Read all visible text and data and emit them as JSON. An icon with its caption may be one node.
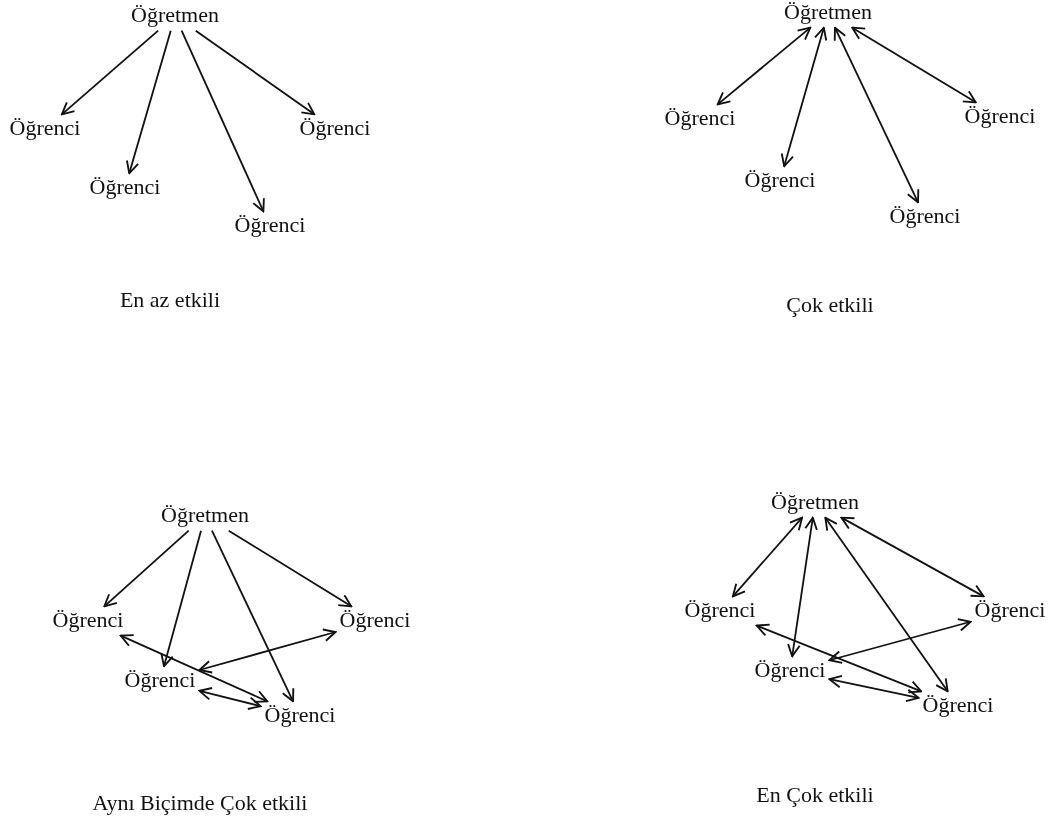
{
  "diagram": {
    "nodes": [
      {
        "text": [
          "Öğretmen"
        ]
      },
      {
        "text": [
          "Öğrenci"
        ]
      },
      {
        "text": [
          "Öğrenci"
        ]
      },
      {
        "text": [
          "Öğrenci"
        ]
      },
      {
        "text": [
          "Öğrenci"
        ]
      },
      {
        "text": [
          "Öğretmen"
        ]
      },
      {
        "text": [
          "Öğrenci"
        ]
      },
      {
        "text": [
          "Öğrenci"
        ]
      },
      {
        "text": [
          "Öğrenci"
        ]
      },
      {
        "text": [
          "Öğrenci"
        ]
      },
      {
        "text": [
          "Öğretmen"
        ]
      },
      {
        "text": [
          "Öğrenci"
        ]
      },
      {
        "text": [
          "Öğrenci"
        ]
      },
      {
        "text": [
          "Öğrenci"
        ]
      },
      {
        "text": [
          "Öğrenci"
        ]
      },
      {
        "text": [
          "Öğretmen"
        ]
      },
      {
        "text": [
          "Öğrenci"
        ]
      },
      {
        "text": [
          "Öğrenci"
        ]
      },
      {
        "text": [
          "Öğrenci"
        ]
      },
      {
        "text": [
          "Öğrenci"
        ]
      }
    ],
    "edges": [
      {
        "from": 0,
        "to": 1,
        "arrow": "to"
      },
      {
        "from": 0,
        "to": 2,
        "arrow": "to"
      },
      {
        "from": 0,
        "to": 3,
        "arrow": "to"
      },
      {
        "from": 0,
        "to": 4,
        "arrow": "to"
      },
      {
        "from": 5,
        "to": 6,
        "arrow": "both"
      },
      {
        "from": 5,
        "to": 7,
        "arrow": "both"
      },
      {
        "from": 5,
        "to": 8,
        "arrow": "both"
      },
      {
        "from": 5,
        "to": 9,
        "arrow": "both"
      },
      {
        "from": 10,
        "to": 11,
        "arrow": "to"
      },
      {
        "from": 10,
        "to": 12,
        "arrow": "to"
      },
      {
        "from": 10,
        "to": 13,
        "arrow": "to"
      },
      {
        "from": 10,
        "to": 14,
        "arrow": "to"
      },
      {
        "from": 11,
        "to": 14,
        "arrow": "both"
      },
      {
        "from": 12,
        "to": 13,
        "arrow": "both"
      },
      {
        "from": 12,
        "to": 14,
        "arrow": "both"
      },
      {
        "from": 15,
        "to": 16,
        "arrow": "both"
      },
      {
        "from": 15,
        "to": 17,
        "arrow": "both"
      },
      {
        "from": 15,
        "to": 18,
        "arrow": "both"
      },
      {
        "from": 15,
        "to": 19,
        "arrow": "both"
      },
      {
        "from": 16,
        "to": 19,
        "arrow": "both"
      },
      {
        "from": 17,
        "to": 18,
        "arrow": "both"
      },
      {
        "from": 17,
        "to": 19,
        "arrow": "both"
      }
    ],
    "labels": [
      "En az etkili",
      "Çok etkili",
      "Aynı Biçimde Çok etkili",
      "En Çok etkili"
    ]
  }
}
